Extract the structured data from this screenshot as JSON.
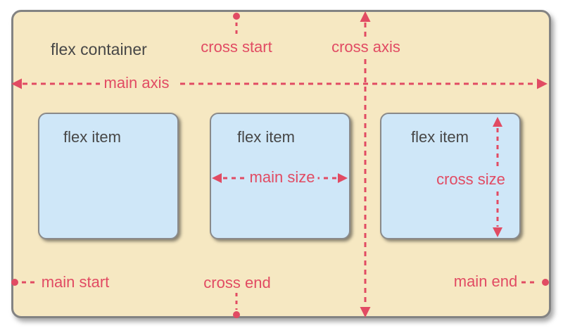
{
  "diagram": {
    "container_label": "flex container",
    "items": [
      {
        "label": "flex item"
      },
      {
        "label": "flex item"
      },
      {
        "label": "flex item"
      }
    ],
    "labels": {
      "main_axis": "main axis",
      "cross_axis": "cross axis",
      "cross_start": "cross start",
      "cross_end": "cross end",
      "main_start": "main start",
      "main_end": "main end",
      "main_size": "main size",
      "cross_size": "cross size"
    },
    "colors": {
      "accent_red": "#e14b63",
      "container_bg": "#f6e8c2",
      "item_bg": "#cfe7f8",
      "text_dark": "#474747",
      "border_gray": "#838383"
    }
  }
}
